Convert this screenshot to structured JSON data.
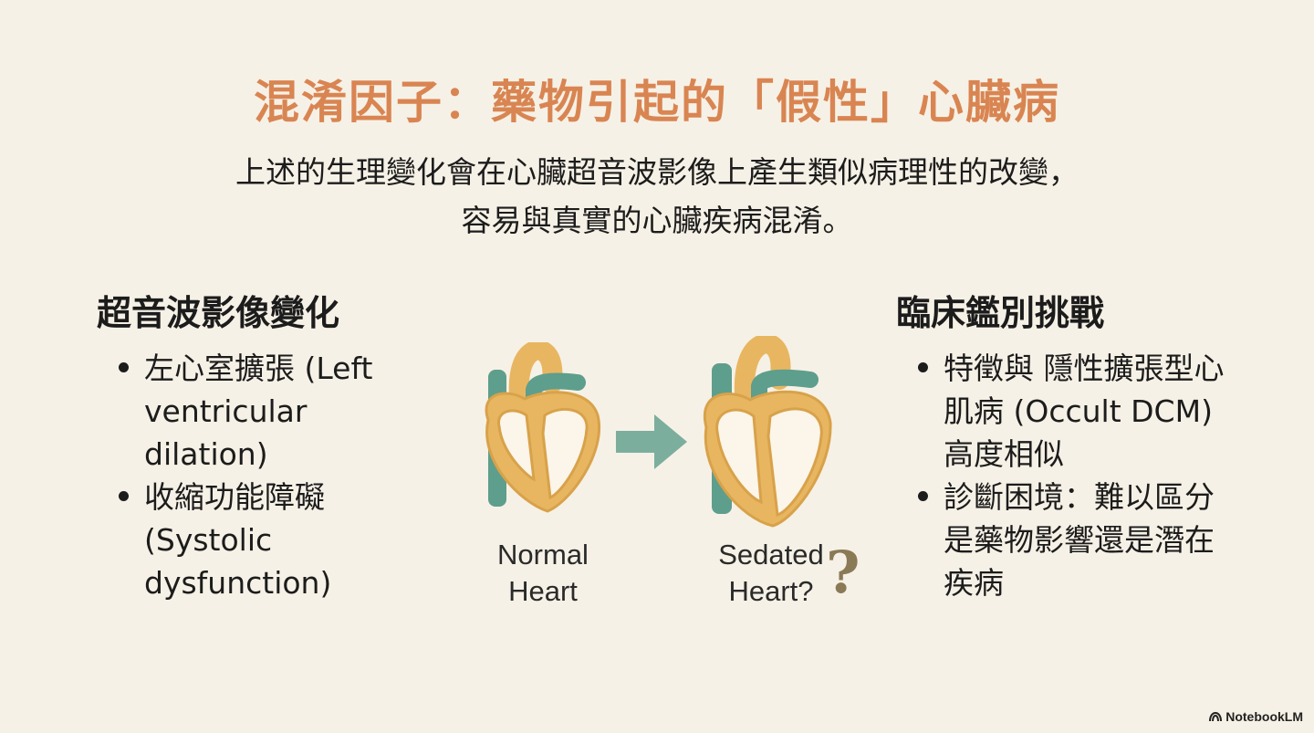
{
  "colors": {
    "background": "#f6f1e6",
    "title": "#d98552",
    "heart_fill": "#e8b661",
    "heart_outline": "#d8a24a",
    "vessel_teal": "#5e9e8c",
    "arrow_teal": "#7cae9e",
    "question_mark": "#8a7a55"
  },
  "title": "混淆因子：藥物引起的「假性」心臟病",
  "subtitle": {
    "line1": "上述的生理變化會在心臟超音波影像上產生類似病理性的改變，",
    "line2": "容易與真實的心臟疾病混淆。"
  },
  "left": {
    "heading": "超音波影像變化",
    "bullets": [
      "左心室擴張 (Left ventricular dilation)",
      "收縮功能障礙 (Systolic dysfunction)"
    ]
  },
  "right": {
    "heading": "臨床鑑別挑戰",
    "bullets": [
      "特徵與 隱性擴張型心肌病 (Occult DCM) 高度相似",
      "診斷困境：難以區分是藥物影響還是潛在疾病"
    ]
  },
  "figure": {
    "normal_label": "Normal Heart",
    "sedated_label": "Sedated Heart?",
    "question": "?",
    "icons": [
      "normal-heart-icon",
      "arrow-right-icon",
      "dilated-heart-icon",
      "question-mark-icon"
    ]
  },
  "brand": "NotebookLM"
}
